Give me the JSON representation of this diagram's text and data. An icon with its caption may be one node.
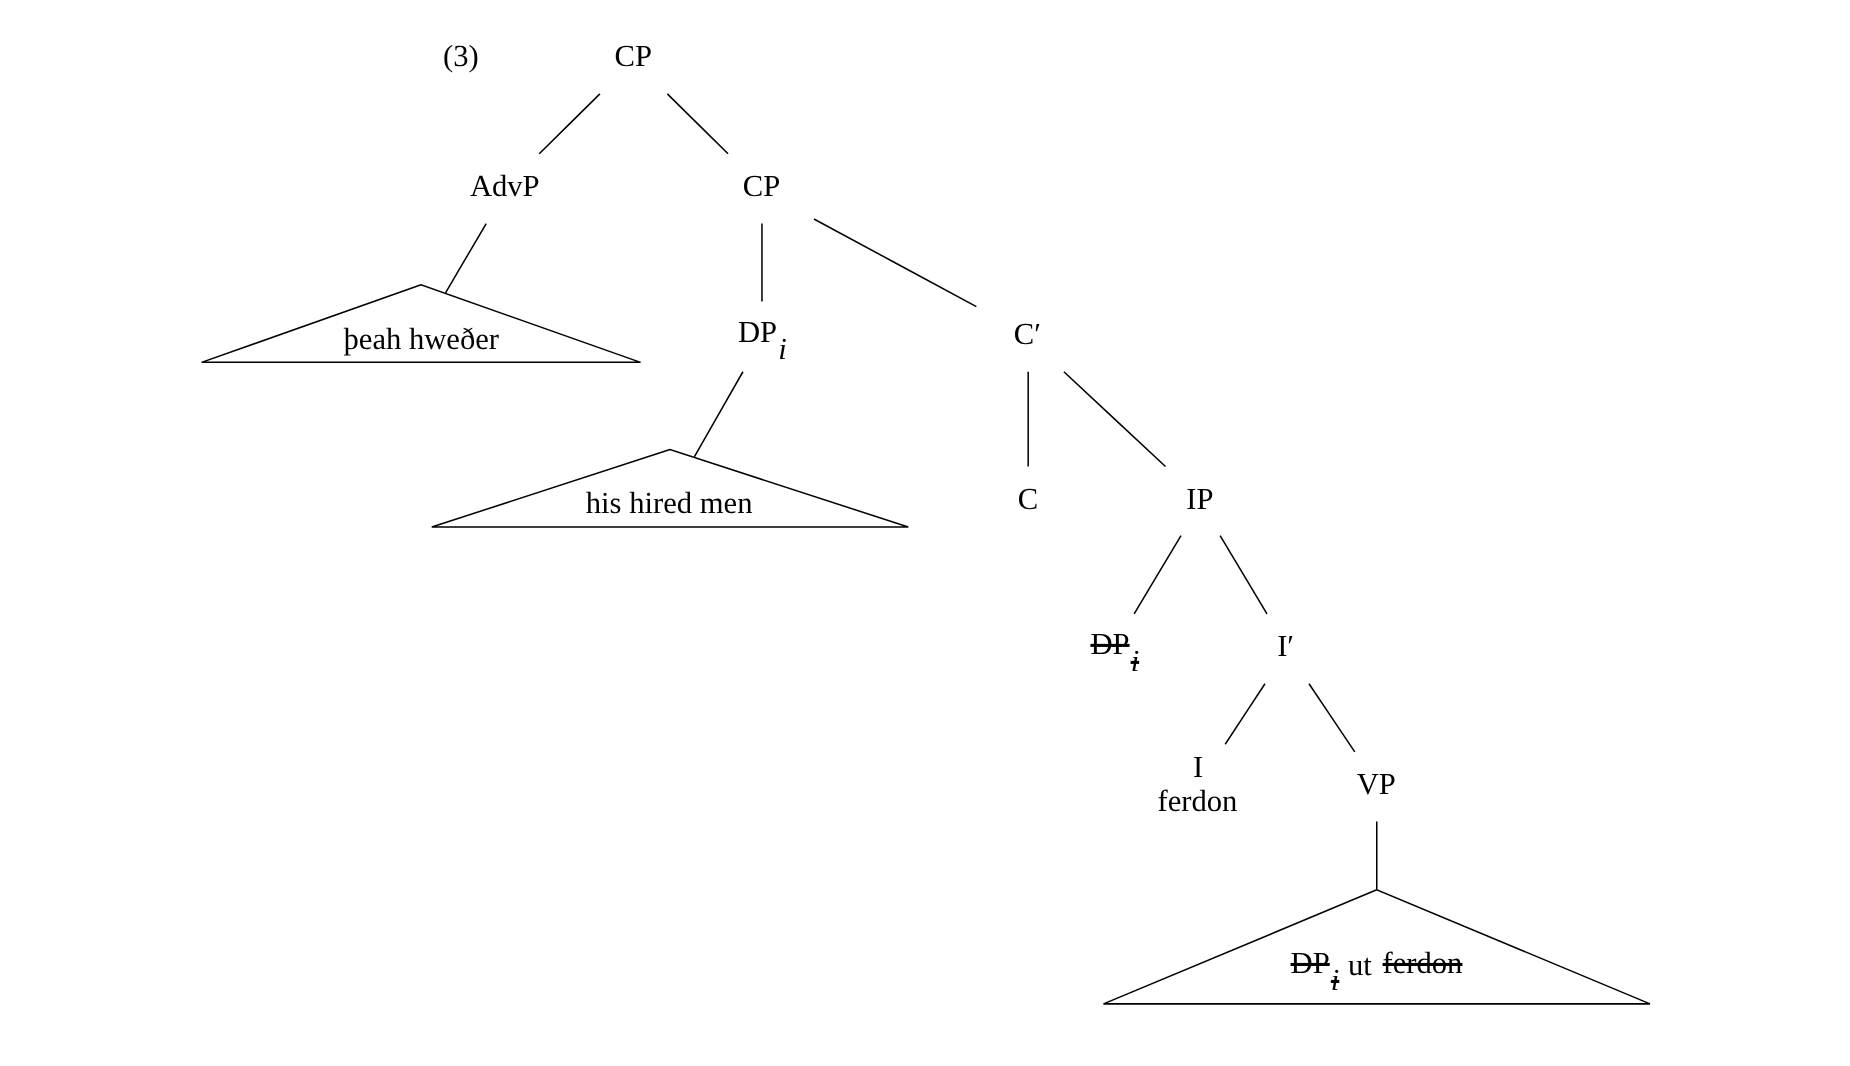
{
  "diagram": {
    "nodes": [
      {
        "text": [
          "CP"
        ]
      },
      {
        "text": [
          "AdvP"
        ]
      },
      {
        "text": [
          "þeah hweðer"
        ]
      },
      {
        "text": [
          "CP"
        ]
      },
      {
        "text": [
          "DP$_{i}$"
        ]
      },
      {
        "text": [
          "his hired men"
        ]
      },
      {
        "text": [
          "C′"
        ]
      },
      {
        "text": [
          "C"
        ]
      },
      {
        "text": [
          "IP"
        ]
      },
      {
        "text": [
          "DP$_{i}$"
        ]
      },
      {
        "text": [
          "I′"
        ]
      },
      {
        "text": [
          "I",
          "ferdon"
        ]
      },
      {
        "text": [
          "VP"
        ]
      },
      {
        "text": [
          "DP$_{i}$ ut ferdon"
        ]
      }
    ],
    "edges": [
      {
        "from": 0,
        "to": 1,
        "arrow": "none"
      },
      {
        "from": 0,
        "to": 3,
        "arrow": "none"
      },
      {
        "from": 1,
        "to": 2,
        "arrow": "none"
      },
      {
        "from": 3,
        "to": 4,
        "arrow": "none"
      },
      {
        "from": 3,
        "to": 6,
        "arrow": "none"
      },
      {
        "from": 4,
        "to": 5,
        "arrow": "none"
      },
      {
        "from": 6,
        "to": 7,
        "arrow": "none"
      },
      {
        "from": 6,
        "to": 8,
        "arrow": "none"
      },
      {
        "from": 8,
        "to": 9,
        "arrow": "none"
      },
      {
        "from": 8,
        "to": 10,
        "arrow": "none"
      },
      {
        "from": 10,
        "to": 11,
        "arrow": "none"
      },
      {
        "from": 10,
        "to": 12,
        "arrow": "none"
      },
      {
        "from": 12,
        "to": 13,
        "arrow": "none"
      }
    ],
    "labels": [
      "(3)"
    ]
  }
}
